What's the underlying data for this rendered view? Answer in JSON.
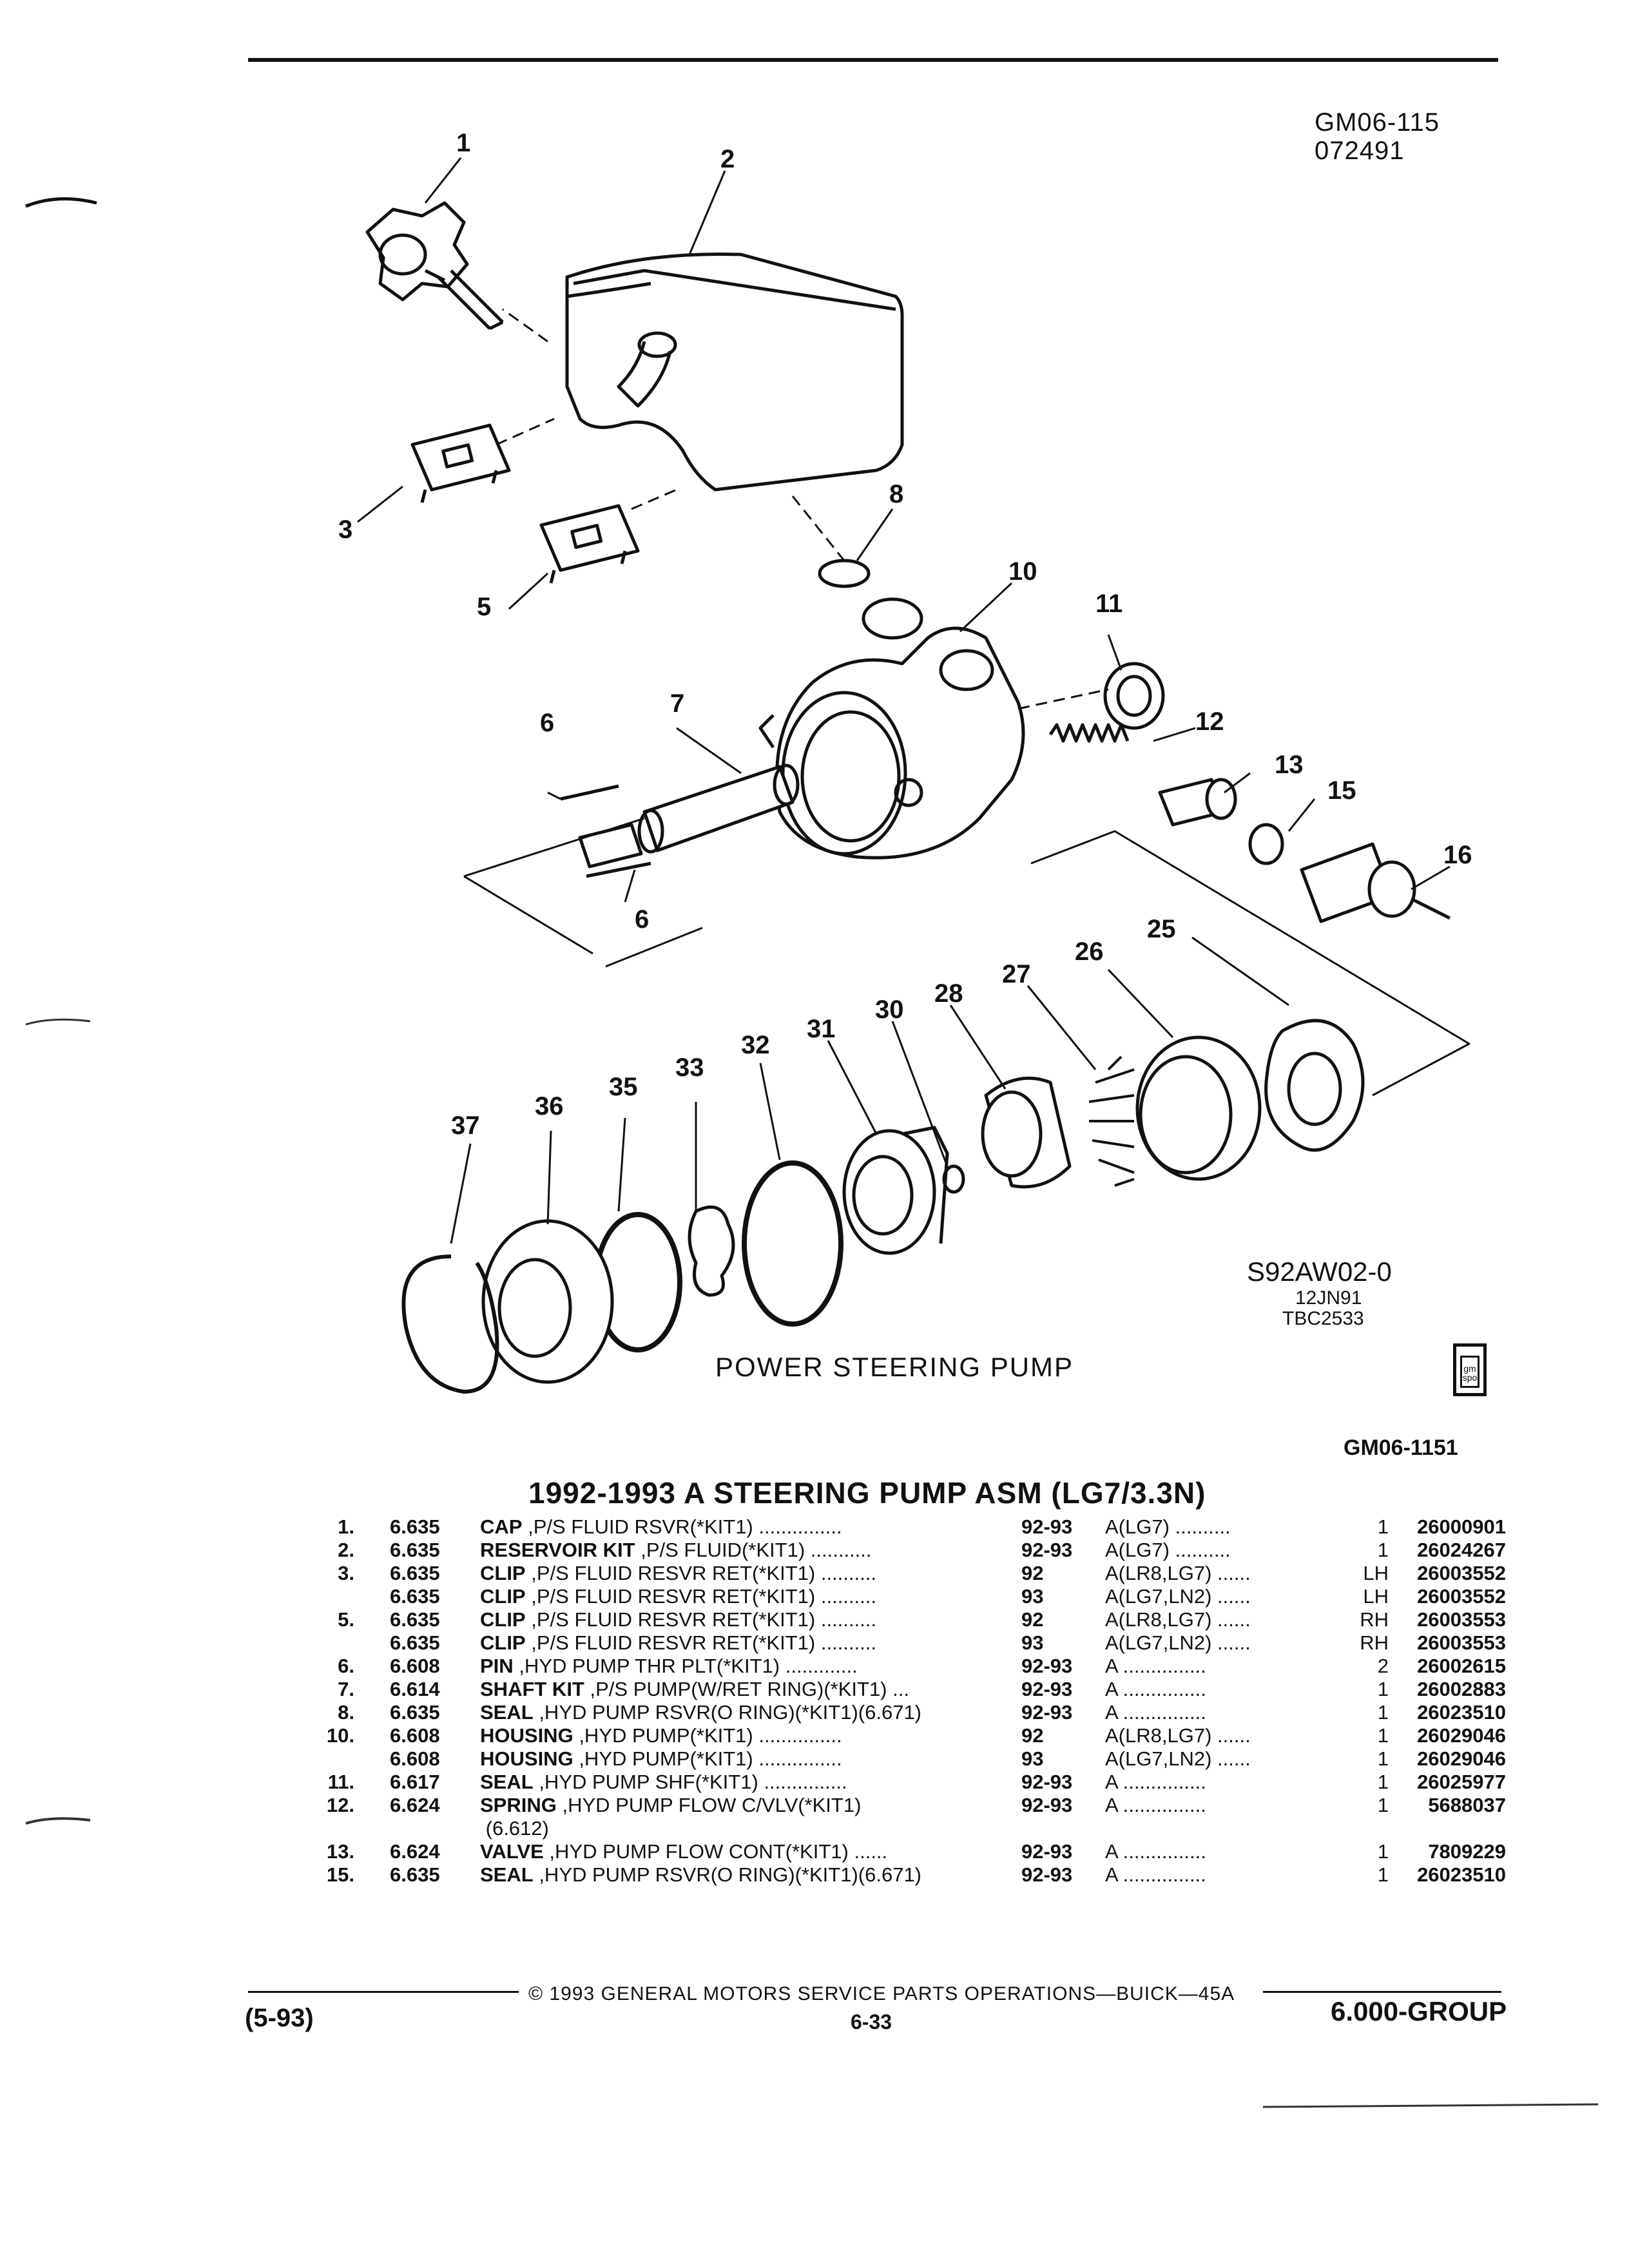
{
  "header": {
    "code_line1": "GM06-115",
    "code_line2": "072491"
  },
  "figure": {
    "callouts": [
      "1",
      "2",
      "3",
      "5",
      "6",
      "7",
      "8",
      "10",
      "11",
      "12",
      "13",
      "15",
      "16",
      "25",
      "26",
      "27",
      "28",
      "30",
      "31",
      "32",
      "33",
      "35",
      "36",
      "37",
      "6"
    ],
    "fig_code": "S92AW02-0",
    "fig_date": "12JN91",
    "fig_ref": "TBC2533",
    "caption": "POWER STEERING PUMP",
    "badge_text": "gm spo"
  },
  "ref_code": "GM06-1151",
  "section_title": "1992-1993 A STEERING PUMP ASM (LG7/3.3N)",
  "parts": [
    {
      "item": "1.",
      "group": "6.635",
      "name": "CAP",
      "desc": ",P/S FLUID RSVR(*KIT1)",
      "dots": "...............",
      "years": "92-93",
      "app": "A(LG7)",
      "app_dots": "..........",
      "qty": "1",
      "pn": "26000901"
    },
    {
      "item": "2.",
      "group": "6.635",
      "name": "RESERVOIR KIT",
      "desc": ",P/S FLUID(*KIT1)",
      "dots": "...........",
      "years": "92-93",
      "app": "A(LG7)",
      "app_dots": "..........",
      "qty": "1",
      "pn": "26024267"
    },
    {
      "item": "3.",
      "group": "6.635",
      "name": "CLIP",
      "desc": ",P/S FLUID RESVR RET(*KIT1)",
      "dots": "..........",
      "years": "92",
      "app": "A(LR8,LG7)",
      "app_dots": "......",
      "qty": "LH",
      "pn": "26003552"
    },
    {
      "item": "",
      "group": "6.635",
      "name": "CLIP",
      "desc": ",P/S FLUID RESVR RET(*KIT1)",
      "dots": "..........",
      "years": "93",
      "app": "A(LG7,LN2)",
      "app_dots": "......",
      "qty": "LH",
      "pn": "26003552"
    },
    {
      "item": "5.",
      "group": "6.635",
      "name": "CLIP",
      "desc": ",P/S FLUID RESVR RET(*KIT1)",
      "dots": "..........",
      "years": "92",
      "app": "A(LR8,LG7)",
      "app_dots": "......",
      "qty": "RH",
      "pn": "26003553"
    },
    {
      "item": "",
      "group": "6.635",
      "name": "CLIP",
      "desc": ",P/S FLUID RESVR RET(*KIT1)",
      "dots": "..........",
      "years": "93",
      "app": "A(LG7,LN2)",
      "app_dots": "......",
      "qty": "RH",
      "pn": "26003553"
    },
    {
      "item": "6.",
      "group": "6.608",
      "name": "PIN",
      "desc": ",HYD PUMP THR PLT(*KIT1)",
      "dots": ".............",
      "years": "92-93",
      "app": "A",
      "app_dots": "...............",
      "qty": "2",
      "pn": "26002615"
    },
    {
      "item": "7.",
      "group": "6.614",
      "name": "SHAFT KIT",
      "desc": ",P/S PUMP(W/RET RING)(*KIT1)",
      "dots": "...",
      "years": "92-93",
      "app": "A",
      "app_dots": "...............",
      "qty": "1",
      "pn": "26002883"
    },
    {
      "item": "8.",
      "group": "6.635",
      "name": "SEAL",
      "desc": ",HYD PUMP RSVR(O RING)(*KIT1)(6.671)",
      "dots": "",
      "years": "92-93",
      "app": "A",
      "app_dots": "...............",
      "qty": "1",
      "pn": "26023510"
    },
    {
      "item": "10.",
      "group": "6.608",
      "name": "HOUSING",
      "desc": ",HYD PUMP(*KIT1)",
      "dots": "...............",
      "years": "92",
      "app": "A(LR8,LG7)",
      "app_dots": "......",
      "qty": "1",
      "pn": "26029046"
    },
    {
      "item": "",
      "group": "6.608",
      "name": "HOUSING",
      "desc": ",HYD PUMP(*KIT1)",
      "dots": "...............",
      "years": "93",
      "app": "A(LG7,LN2)",
      "app_dots": "......",
      "qty": "1",
      "pn": "26029046"
    },
    {
      "item": "11.",
      "group": "6.617",
      "name": "SEAL",
      "desc": ",HYD PUMP SHF(*KIT1)",
      "dots": "...............",
      "years": "92-93",
      "app": "A",
      "app_dots": "...............",
      "qty": "1",
      "pn": "26025977"
    },
    {
      "item": "12.",
      "group": "6.624",
      "name": "SPRING",
      "desc": ",HYD PUMP FLOW C/VLV(*KIT1)",
      "dots": "",
      "years": "92-93",
      "app": "A",
      "app_dots": "...............",
      "qty": "1",
      "pn": "5688037"
    },
    {
      "item": "",
      "group": "",
      "name": "",
      "desc": "(6.612)",
      "dots": "",
      "years": "",
      "app": "",
      "app_dots": "",
      "qty": "",
      "pn": ""
    },
    {
      "item": "13.",
      "group": "6.624",
      "name": "VALVE",
      "desc": ",HYD PUMP FLOW CONT(*KIT1)",
      "dots": "......",
      "years": "92-93",
      "app": "A",
      "app_dots": "...............",
      "qty": "1",
      "pn": "7809229"
    },
    {
      "item": "15.",
      "group": "6.635",
      "name": "SEAL",
      "desc": ",HYD PUMP RSVR(O RING)(*KIT1)(6.671)",
      "dots": "",
      "years": "92-93",
      "app": "A",
      "app_dots": "...............",
      "qty": "1",
      "pn": "26023510"
    }
  ],
  "footer": {
    "copyright": "© 1993 GENERAL MOTORS SERVICE PARTS OPERATIONS—BUICK—45A",
    "page": "6-33",
    "date": "(5-93)",
    "group": "6.000-GROUP"
  }
}
